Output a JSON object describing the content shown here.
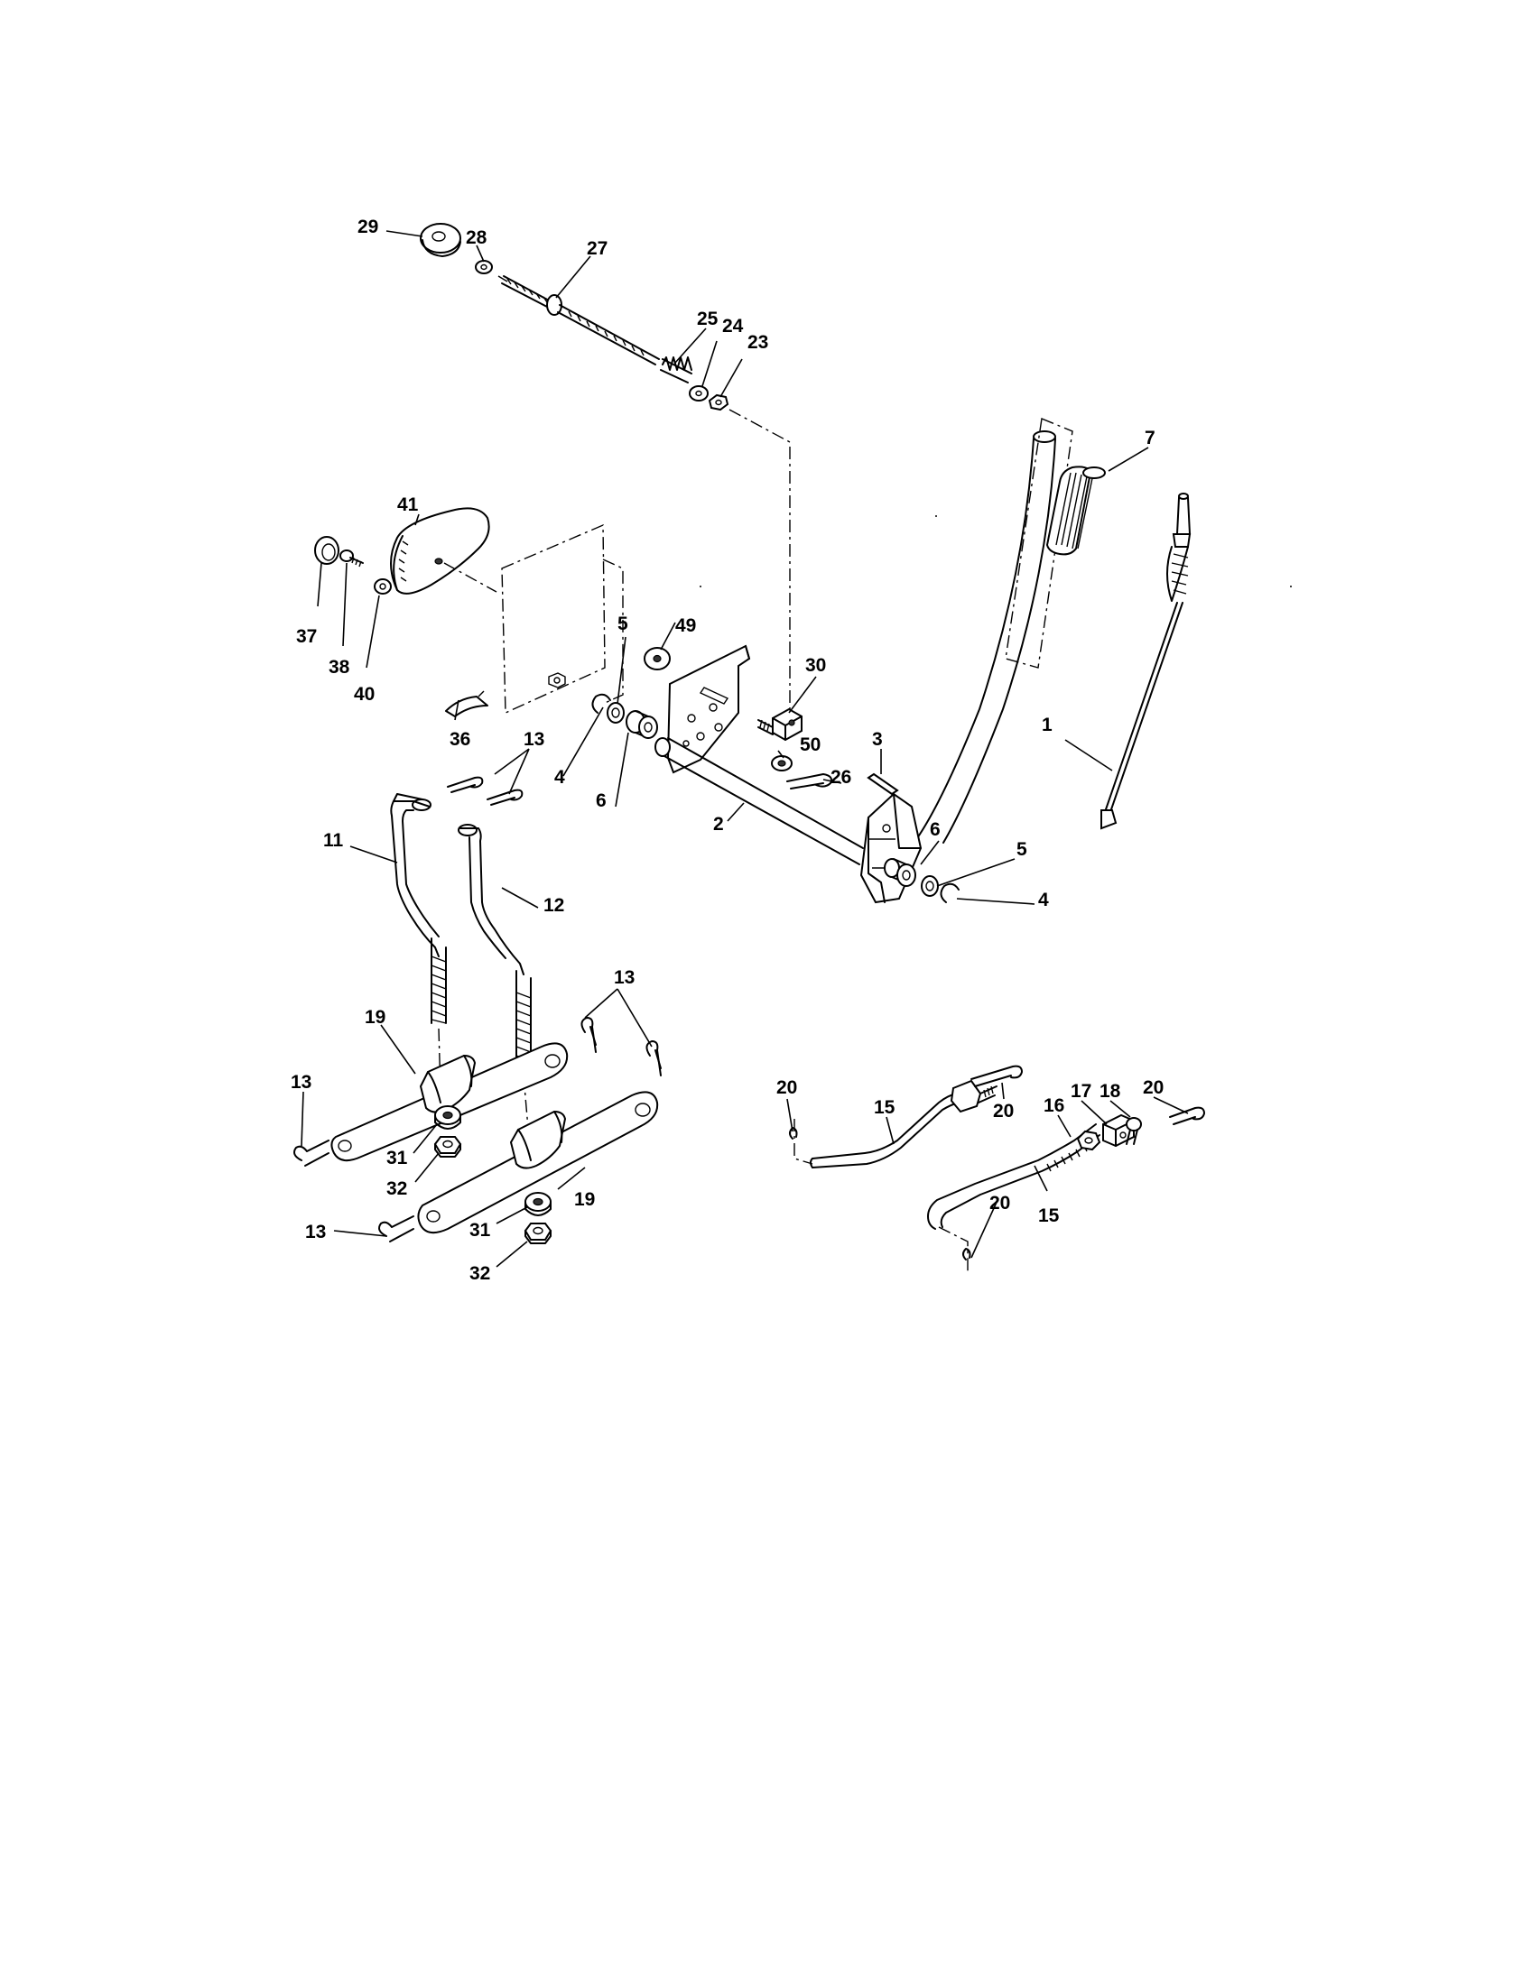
{
  "labels": {
    "l1": "1",
    "l2": "2",
    "l3": "3",
    "l4a": "4",
    "l4b": "4",
    "l5a": "5",
    "l5b": "5",
    "l6a": "6",
    "l6b": "6",
    "l7": "7",
    "l11": "11",
    "l12": "12",
    "l13a": "13",
    "l13b": "13",
    "l13c": "13",
    "l13d": "13",
    "l15a": "15",
    "l15b": "15",
    "l16": "16",
    "l17": "17",
    "l18": "18",
    "l19a": "19",
    "l19b": "19",
    "l20a": "20",
    "l20b": "20",
    "l20c": "20",
    "l20d": "20",
    "l23": "23",
    "l24": "24",
    "l25": "25",
    "l26": "26",
    "l27": "27",
    "l28": "28",
    "l29": "29",
    "l30": "30",
    "l31a": "31",
    "l31b": "31",
    "l32a": "32",
    "l32b": "32",
    "l36": "36",
    "l37": "37",
    "l38": "38",
    "l40": "40",
    "l41": "41",
    "l49": "49",
    "l50": "50"
  }
}
